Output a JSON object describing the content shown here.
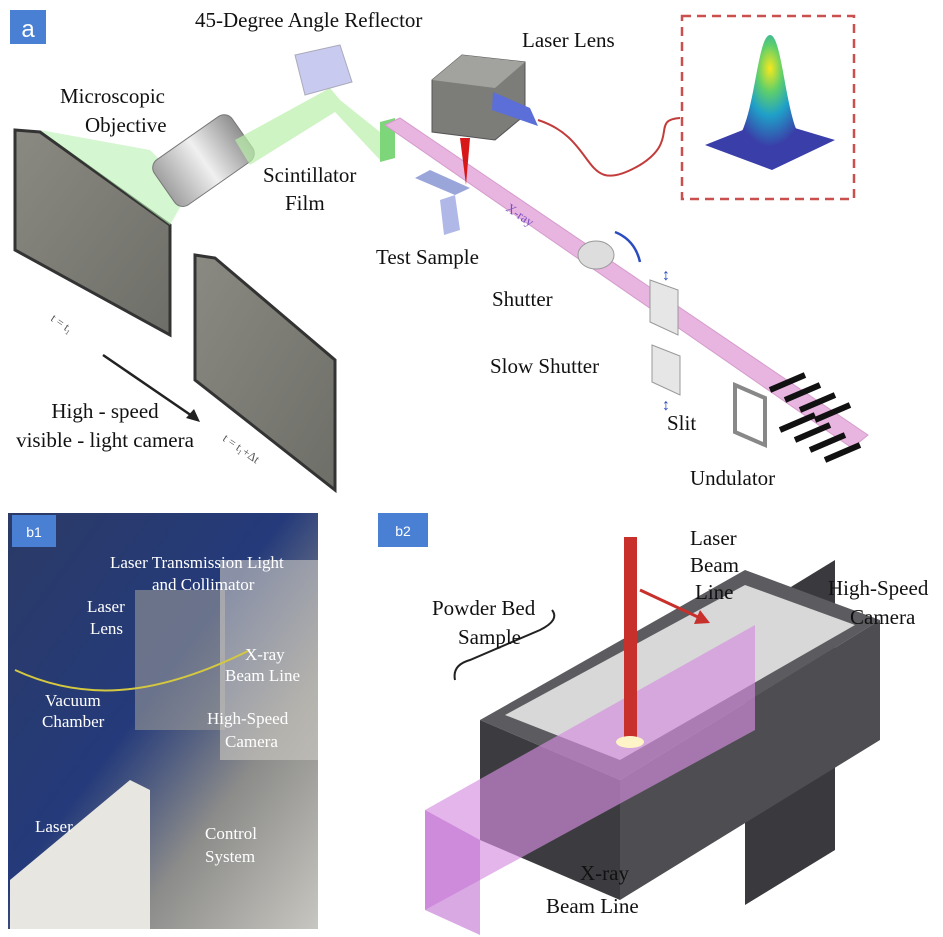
{
  "panel_a": {
    "tag": "a",
    "labels": {
      "reflector": "45-Degree Angle Reflector",
      "laser_lens": "Laser Lens",
      "objective_1": "Microscopic",
      "objective_2": "Objective",
      "scintillator_1": "Scintillator",
      "scintillator_2": "Film",
      "test_sample": "Test Sample",
      "shutter": "Shutter",
      "slow_shutter": "Slow Shutter",
      "slit": "Slit",
      "undulator": "Undulator",
      "camera_1": "High - speed",
      "camera_2": "visible - light camera",
      "beam": "X-ray",
      "time_1": "t = t₁",
      "time_2": "t = t₁+Δt"
    }
  },
  "panel_b1": {
    "tag": "b1",
    "labels": {
      "collimator_1": "Laser Transmission Light",
      "collimator_2": "and Collimator",
      "lens_1": "Laser",
      "lens_2": "Lens",
      "xray_1": "X-ray",
      "xray_2": "Beam Line",
      "chamber_1": "Vacuum",
      "chamber_2": "Chamber",
      "camera_1": "High-Speed",
      "camera_2": "Camera",
      "laser": "Laser",
      "control_1": "Control",
      "control_2": "System"
    }
  },
  "panel_b2": {
    "tag": "b2",
    "labels": {
      "laser_1": "Laser",
      "laser_2": "Beam",
      "laser_3": "Line",
      "camera_1": "High-Speed",
      "camera_2": "Camera",
      "powder_1": "Powder Bed",
      "powder_2": "Sample",
      "xray_1": "X-ray",
      "xray_2": "Beam Line"
    }
  },
  "colors": {
    "tag": "#4a80d4",
    "beam": "#e8b4e0",
    "laser": "#c8302c",
    "dash_box": "#c9504e"
  }
}
